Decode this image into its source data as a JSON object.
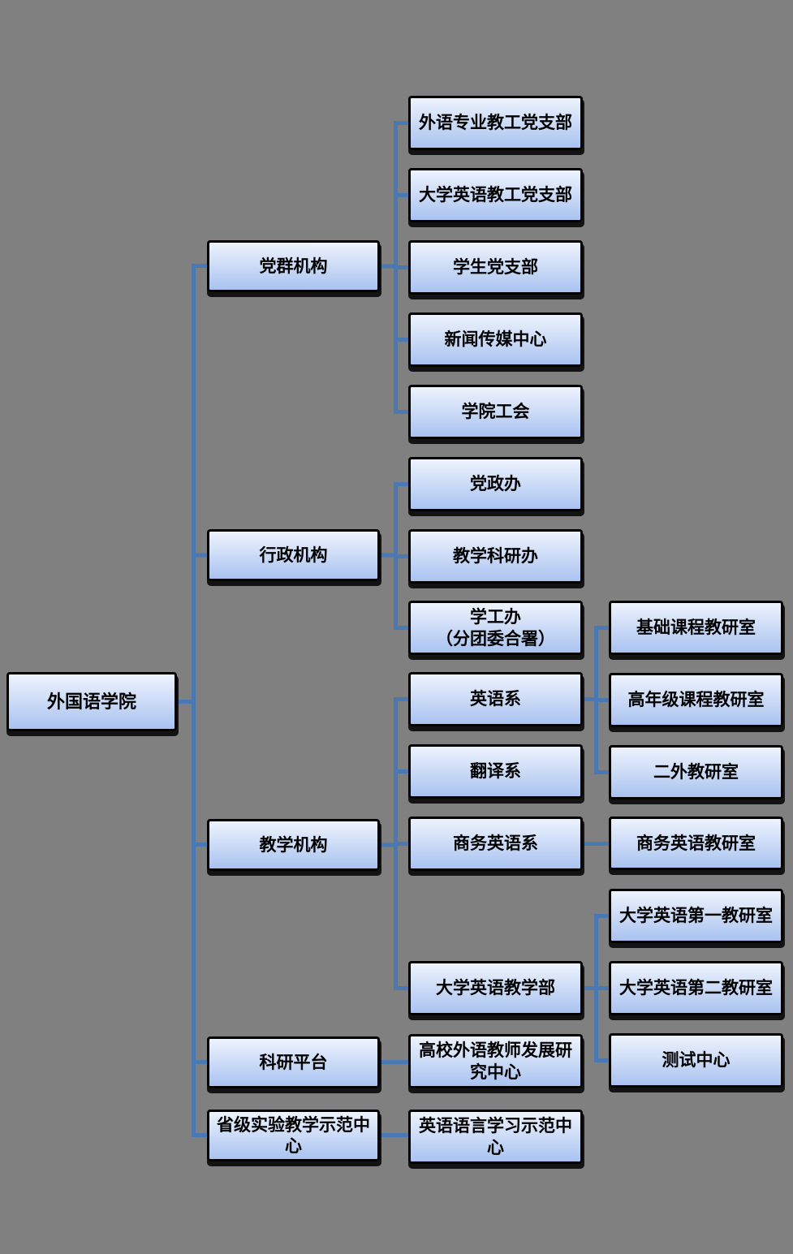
{
  "colors": {
    "background": "#808080",
    "box_gradient_top": "#eef3fd",
    "box_gradient_bottom": "#a9c3f0",
    "box_border": "#000000",
    "box_shadow": "#131313",
    "connector": "#4a78b2",
    "text": "#000000"
  },
  "org": {
    "root": {
      "label": "外国语学院"
    },
    "branches": [
      {
        "label": "党群机构",
        "children": [
          {
            "label": "外语专业教工党支部"
          },
          {
            "label": "大学英语教工党支部"
          },
          {
            "label": "学生党支部"
          },
          {
            "label": "新闻传媒中心"
          },
          {
            "label": "学院工会"
          }
        ]
      },
      {
        "label": "行政机构",
        "children": [
          {
            "label": "党政办"
          },
          {
            "label": "教学科研办"
          },
          {
            "label": "学工办\n（分团委合署）"
          }
        ]
      },
      {
        "label": "教学机构",
        "children": [
          {
            "label": "英语系",
            "children": [
              {
                "label": "基础课程教研室"
              },
              {
                "label": "高年级课程教研室"
              },
              {
                "label": "二外教研室"
              }
            ]
          },
          {
            "label": "翻译系",
            "children": []
          },
          {
            "label": "商务英语系",
            "children": [
              {
                "label": "商务英语教研室"
              }
            ]
          },
          {
            "label": "大学英语教学部",
            "children": [
              {
                "label": "大学英语第一教研室"
              },
              {
                "label": "大学英语第二教研室"
              },
              {
                "label": "测试中心"
              }
            ]
          }
        ]
      },
      {
        "label": "科研平台",
        "children": [
          {
            "label": "高校外语教师发展研\n究中心"
          }
        ]
      },
      {
        "label": "省级实验教学示范中\n心",
        "children": [
          {
            "label": "英语语言学习示范中\n心"
          }
        ]
      }
    ]
  }
}
